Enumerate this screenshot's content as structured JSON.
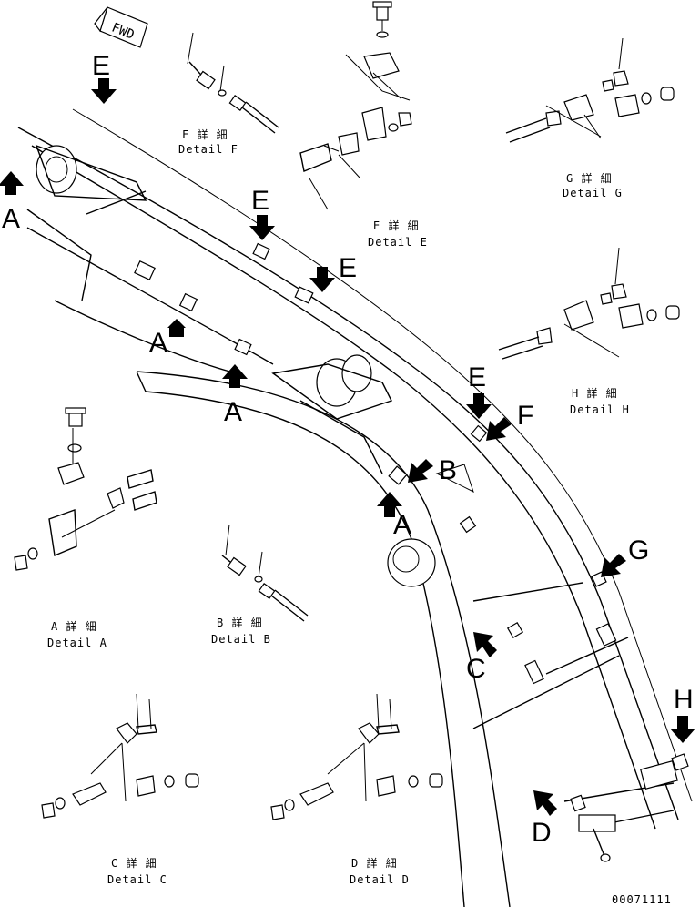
{
  "fwd_label": "FWD",
  "callouts": {
    "top_e": "E",
    "left_a": "A",
    "mid_a": "A",
    "lower_a": "A",
    "e2": "E",
    "e3": "E",
    "e4": "E",
    "f": "F",
    "b": "B",
    "a_center": "A",
    "g": "G",
    "c": "C",
    "h": "H",
    "d": "D"
  },
  "details": {
    "f": {
      "jp": "F 詳 細",
      "en": "Detail F"
    },
    "e": {
      "jp": "E 詳 細",
      "en": "Detail E"
    },
    "g": {
      "jp": "G 詳 細",
      "en": "Detail G"
    },
    "h": {
      "jp": "H 詳 細",
      "en": "Detail H"
    },
    "a": {
      "jp": "A 詳 細",
      "en": "Detail A"
    },
    "b": {
      "jp": "B 詳 細",
      "en": "Detail B"
    },
    "c": {
      "jp": "C 詳 細",
      "en": "Detail C"
    },
    "d": {
      "jp": "D 詳 細",
      "en": "Detail D"
    }
  },
  "drawing_number": "00071111"
}
